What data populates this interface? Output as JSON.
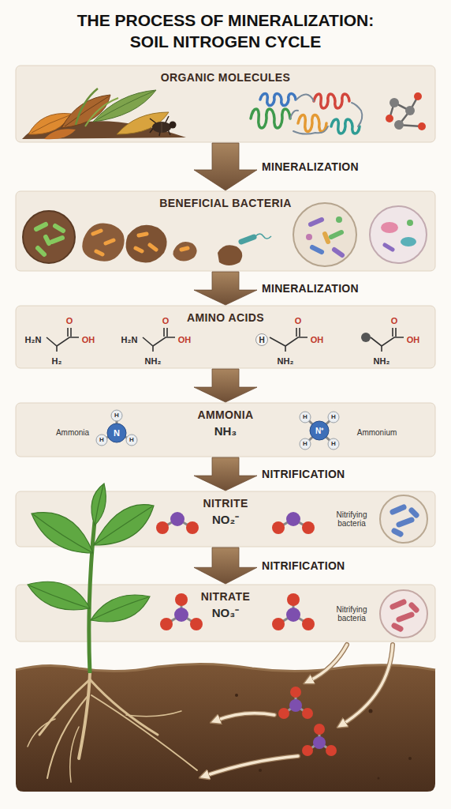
{
  "diagram": {
    "title": "THE PROCESS OF MINERALIZATION: SOIL NITROGEN CYCLE",
    "nodes": [
      {
        "text": [
          "ORGANIC MOLECULES"
        ]
      },
      {
        "text": [
          "BENEFICIAL BACTERIA"
        ]
      },
      {
        "text": [
          "AMINO ACIDS"
        ]
      },
      {
        "text": [
          "AMMONIA",
          "NH₃"
        ]
      },
      {
        "text": [
          "NITRITE",
          "NO₂⁻"
        ]
      },
      {
        "text": [
          "NITRATE",
          "NO₃⁻"
        ]
      }
    ],
    "edges": [
      {
        "from": 0,
        "to": 1,
        "arrow": "to",
        "label": "MINERALIZATION"
      },
      {
        "from": 1,
        "to": 2,
        "arrow": "to",
        "label": "MINERALIZATION"
      },
      {
        "from": 2,
        "to": 3,
        "arrow": "to"
      },
      {
        "from": 3,
        "to": 4,
        "arrow": "to",
        "label": "NITRIFICATION"
      },
      {
        "from": 4,
        "to": 5,
        "arrow": "to",
        "label": "NITRIFICATION"
      }
    ],
    "labels": [
      "H₂N",
      "O",
      "OH",
      "H₂",
      "H₂N",
      "O",
      "OH",
      "NH₂",
      "H",
      "O",
      "OH",
      "NH₂",
      "O",
      "OH",
      "NH₂",
      "Ammonia",
      "N",
      "H",
      "H",
      "H",
      "Ammonium",
      "N⁺",
      "H",
      "H",
      "H",
      "H",
      "Nitrifying bacteria",
      "Nitrifying bacteria"
    ]
  }
}
